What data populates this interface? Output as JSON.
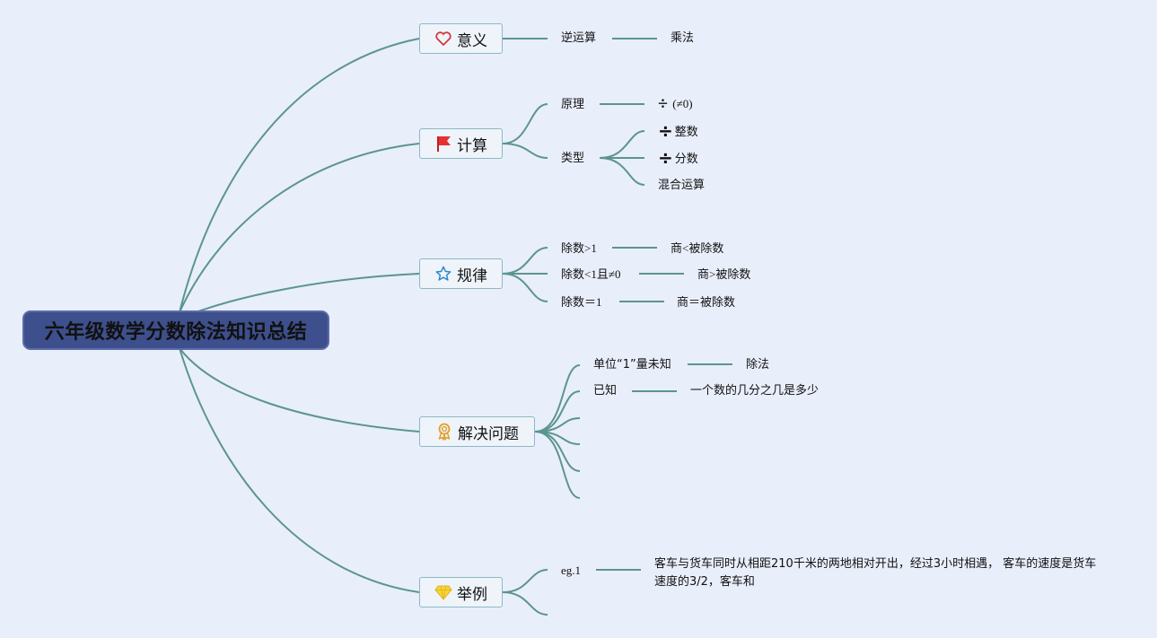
{
  "root": {
    "title": "六年级数学分数除法知识总结"
  },
  "colors": {
    "background": "#e9eefb",
    "root_fill": "#3d4f8c",
    "line": "#5b958f",
    "node_border": "#8db8c4"
  },
  "branches": {
    "meaning": {
      "label": "意义",
      "icon": "heart-icon",
      "items": {
        "inverse": "逆运算",
        "multiply": "乘法"
      }
    },
    "calc": {
      "label": "计算",
      "icon": "flag-icon",
      "principle": {
        "label": "原理",
        "value": "(≠0)",
        "symbol": "÷"
      },
      "types": {
        "label": "类型",
        "integer": "整数",
        "fraction": "分数",
        "mixed": "混合运算",
        "symbol": "÷"
      }
    },
    "rules": {
      "label": "规律",
      "icon": "star-icon",
      "rows": [
        {
          "cond": "除数>1",
          "result": "商<被除数"
        },
        {
          "cond": "除数<1且≠0",
          "result": "商>被除数"
        },
        {
          "cond": "除数＝1",
          "result": "商＝被除数"
        }
      ]
    },
    "problems": {
      "label": "解决问题",
      "icon": "award-icon",
      "rows": [
        {
          "cond": "单位“1”量未知",
          "result": "除法"
        },
        {
          "cond": "已知",
          "result": "一个数的几分之几是多少"
        }
      ]
    },
    "examples": {
      "label": "举例",
      "icon": "diamond-icon",
      "eg_label": "eg.1",
      "eg_text": "客车与货车同时从相距210千米的两地相对开出，经过3小时相遇， 客车的速度是货车速度的3/2，客车和"
    }
  }
}
